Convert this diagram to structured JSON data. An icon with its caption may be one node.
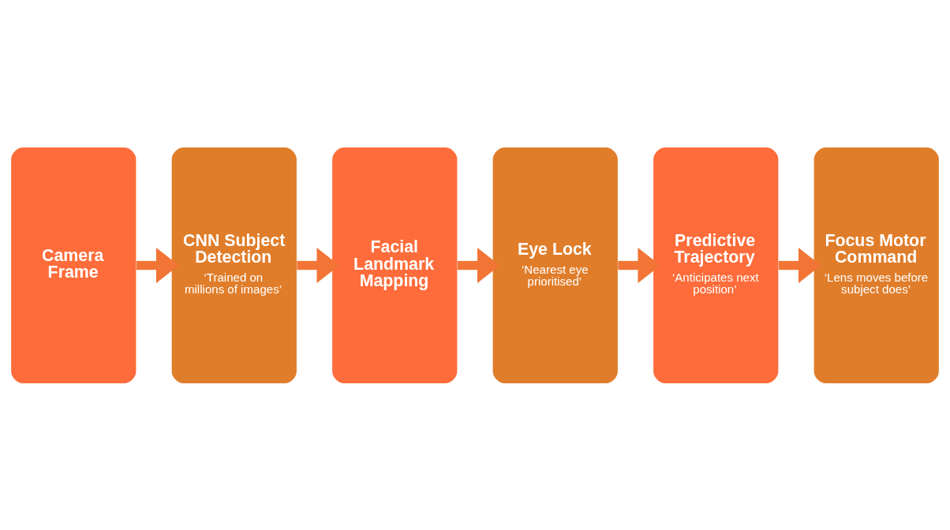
{
  "diagram": {
    "nodes": [
      {
        "text": [
          "Camera Frame"
        ]
      },
      {
        "text": [
          "CNN Subject Detection",
          "‘Trained on millions of images’"
        ]
      },
      {
        "text": [
          "Facial Landmark Mapping"
        ]
      },
      {
        "text": [
          "Eye Lock",
          "‘Nearest eye prioritised’"
        ]
      },
      {
        "text": [
          "Predictive Trajectory",
          "‘Anticipates next position’"
        ]
      },
      {
        "text": [
          "Focus Motor Command",
          "‘Lens moves before subject does’"
        ]
      }
    ],
    "edges": [
      {
        "from": 0,
        "to": 1,
        "arrow": "to"
      },
      {
        "from": 1,
        "to": 2,
        "arrow": "to"
      },
      {
        "from": 2,
        "to": 3,
        "arrow": "to"
      },
      {
        "from": 3,
        "to": 4,
        "arrow": "to"
      },
      {
        "from": 4,
        "to": 5,
        "arrow": "to"
      }
    ]
  }
}
